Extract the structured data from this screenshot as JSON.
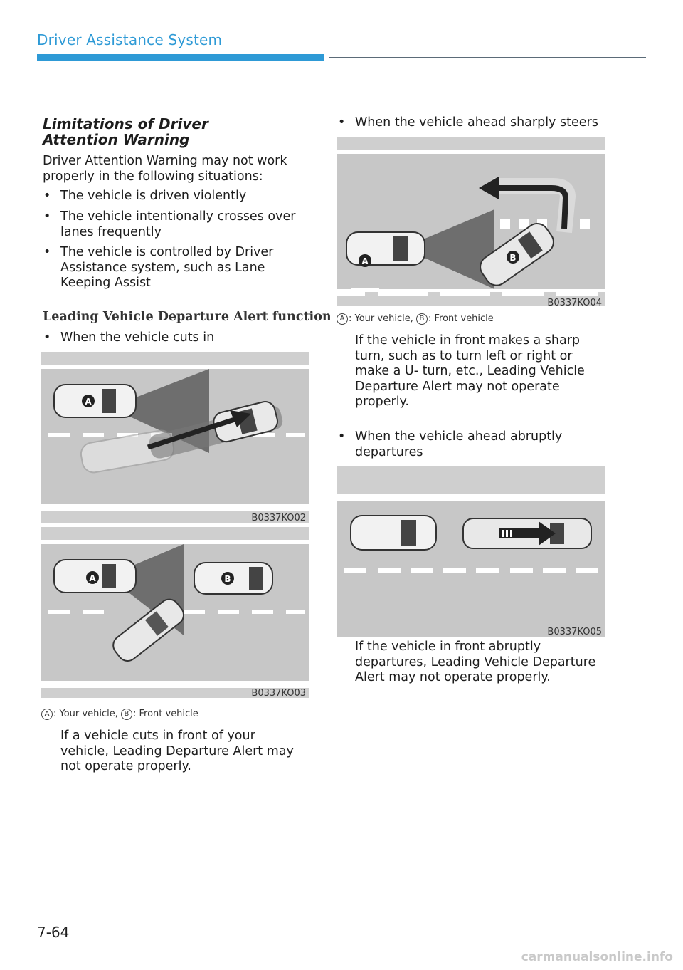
{
  "header": {
    "section_title": "Driver Assistance System"
  },
  "left": {
    "heading": "Limitations of Driver Attention Warning",
    "intro": "Driver Attention Warning may not work properly in the following situations:",
    "bullets": [
      "The vehicle is driven violently",
      "The vehicle intentionally crosses over lanes frequently",
      "The vehicle is controlled by Driver Assistance system, such as Lane Keeping Assist"
    ],
    "subheading": "Leading Vehicle Departure Alert function",
    "cut_in_bullet": "When the vehicle cuts in",
    "fig1_code": "B0337KO02",
    "fig2_code": "B0337KO03",
    "legend_a_mark": "A",
    "legend_a_text": ": Your vehicle, ",
    "legend_b_mark": "B",
    "legend_b_text": ": Front vehicle",
    "cut_in_text": "If a vehicle cuts in front of your vehicle, Leading Departure Alert may not operate properly."
  },
  "right": {
    "steer_bullet": "When the vehicle ahead sharply steers",
    "fig4_code": "B0337KO04",
    "legend_a_mark": "A",
    "legend_a_text": ": Your vehicle, ",
    "legend_b_mark": "B",
    "legend_b_text": ": Front vehicle",
    "steer_text": "If the vehicle in front makes a sharp turn, such as to turn left or right or make a U- turn, etc., Leading Vehicle Departure Alert may not operate properly.",
    "depart_bullet": "When the vehicle ahead abruptly departures",
    "fig5_code": "B0337KO05",
    "depart_text": "If the vehicle in front abruptly departures, Leading Vehicle Departure Alert may not operate properly."
  },
  "figure_labels": {
    "a": "A",
    "b": "B"
  },
  "footer": {
    "page_number": "7-64",
    "watermark": "carmanualsonline.info"
  },
  "colors": {
    "accent": "#2e9ad6",
    "road": "#c7c7c7",
    "beam": "#6e6e6e"
  }
}
